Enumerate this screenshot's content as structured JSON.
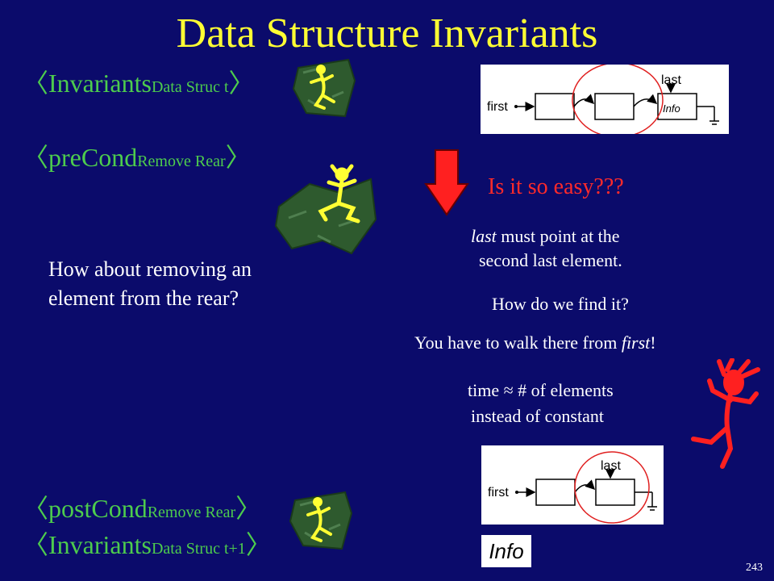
{
  "slide": {
    "title": "Data Structure Invariants",
    "number": "243"
  },
  "conditions": {
    "invariants_t": {
      "open": "〈",
      "main": "Invariants",
      "sub": "Data Struc t",
      "close": "〉"
    },
    "precond": {
      "open": "〈",
      "main": "preCond",
      "sub": "Remove Rear",
      "close": "〉"
    },
    "postcond": {
      "open": "〈",
      "main": "postCond",
      "sub": "Remove Rear",
      "close": "〉"
    },
    "invariants_t1": {
      "open": "〈",
      "main": "Invariants",
      "sub": "Data Struc t+1",
      "close": "〉"
    }
  },
  "question_left": {
    "line1": "How about removing an",
    "line2": "element from the rear?"
  },
  "right_text": {
    "easy": "Is it so easy???",
    "last_word": "last",
    "last_rest": " must point at the",
    "second_last": "second last element.",
    "find": "How do we find it?",
    "walk_pre": "You have to walk there from ",
    "walk_first": "first",
    "walk_post": "!",
    "time": "time ≈ # of elements",
    "instead": "instead of constant"
  },
  "diagram_top": {
    "first": "first",
    "last": "last",
    "info": "Info"
  },
  "diagram_bottom": {
    "first": "first",
    "last": "last"
  },
  "info_label": "Info",
  "colors": {
    "background": "#0b0b6b",
    "title": "#ffff33",
    "condition_text": "#4dcc4d",
    "alert_red": "#ff2a2a",
    "frog_figure": "#ffff33",
    "stone": "#2e5a2e"
  },
  "icons": {
    "frog_stone_1": "figure-on-stone-icon",
    "frog_stone_2": "jumping-figure-stone-icon",
    "frog_stone_3": "figure-on-stone-icon",
    "down_arrow": "red-down-arrow-icon",
    "panic_figure": "panicking-red-figure-icon"
  }
}
